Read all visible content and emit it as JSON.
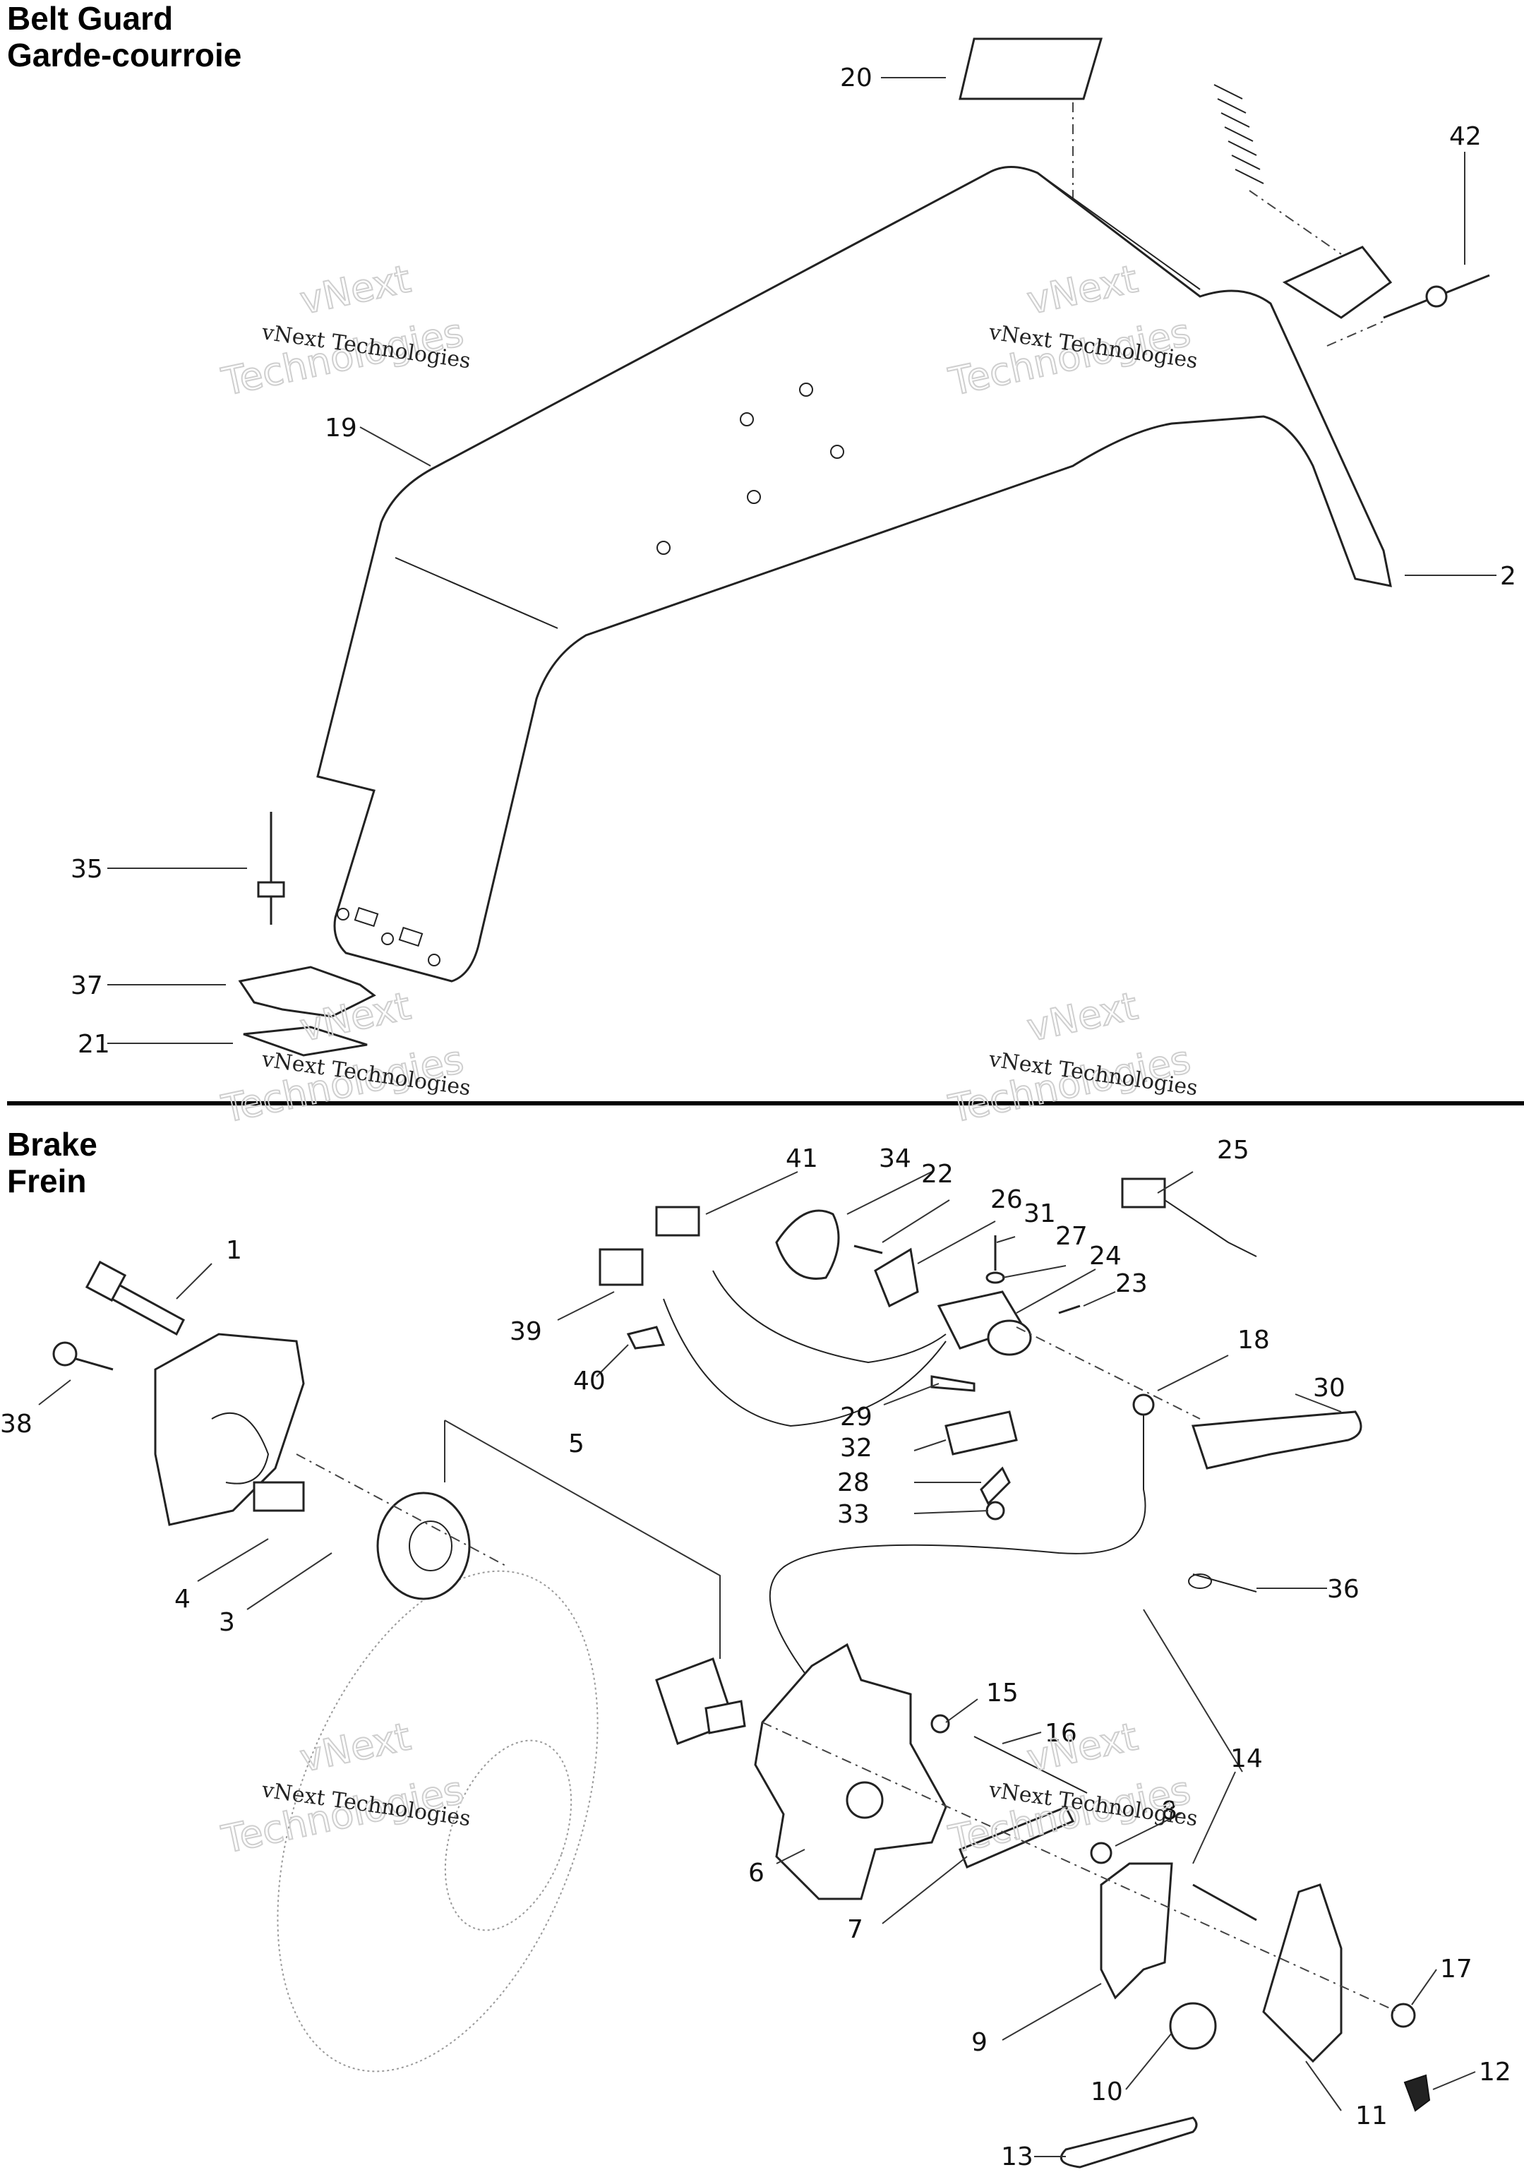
{
  "sections": {
    "belt_guard": {
      "title_en": "Belt Guard",
      "title_fr": "Garde-courroie"
    },
    "brake": {
      "title_en": "Brake",
      "title_fr": "Frein"
    }
  },
  "watermark": {
    "line1": "vNext Technologies",
    "line2": "vNext",
    "line3": "Technologies"
  },
  "callouts": {
    "n20": "20",
    "n42": "42",
    "n19": "19",
    "n2": "2",
    "n35": "35",
    "n37": "37",
    "n21": "21",
    "n41": "41",
    "n34": "34",
    "n22": "22",
    "n26": "26",
    "n31": "31",
    "n27": "27",
    "n24": "24",
    "n23": "23",
    "n25": "25",
    "n18": "18",
    "n30": "30",
    "n1": "1",
    "n39": "39",
    "n40": "40",
    "n38": "38",
    "n5": "5",
    "n29": "29",
    "n32": "32",
    "n28": "28",
    "n33": "33",
    "n36": "36",
    "n4": "4",
    "n3": "3",
    "n15": "15",
    "n16": "16",
    "n14": "14",
    "n8": "8",
    "n6": "6",
    "n7": "7",
    "n17": "17",
    "n9": "9",
    "n10": "10",
    "n12": "12",
    "n13": "13",
    "n11": "11"
  }
}
